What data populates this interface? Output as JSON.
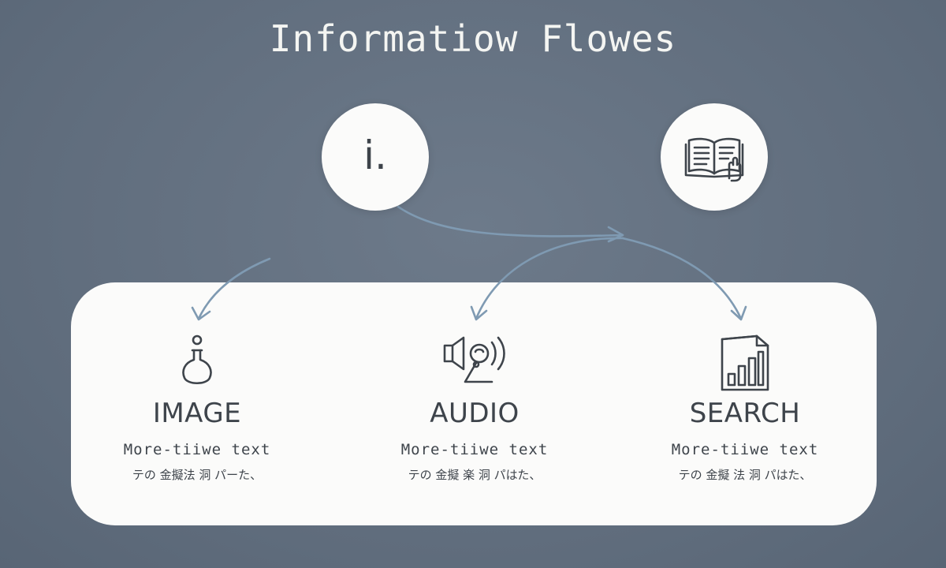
{
  "title": "Informatiow Flowes",
  "nodes": {
    "info": {
      "glyph": "i.",
      "icon": "info-icon"
    },
    "book": {
      "icon": "open-book-hand-icon"
    }
  },
  "items": [
    {
      "label": "IMAGE",
      "subtitle": "More-tiiwe text",
      "caption": "テの 金擬法 洞 パーた、",
      "icon": "flask-icon"
    },
    {
      "label": "AUDIO",
      "subtitle": "More-tiiwe text",
      "caption": "テの 金擬 楽 洞 パはた、",
      "icon": "speaker-sound-icon"
    },
    {
      "label": "SEARCH",
      "subtitle": "More-tiiwe text",
      "caption": "テの 金擬 法 洞 パはた、",
      "icon": "bar-chart-document-icon"
    }
  ],
  "colors": {
    "background": "#647182",
    "panel": "#fbfbfa",
    "arrow": "#7f9ab2",
    "text_dark": "#3e444b",
    "title_text": "#f4f5f2"
  }
}
